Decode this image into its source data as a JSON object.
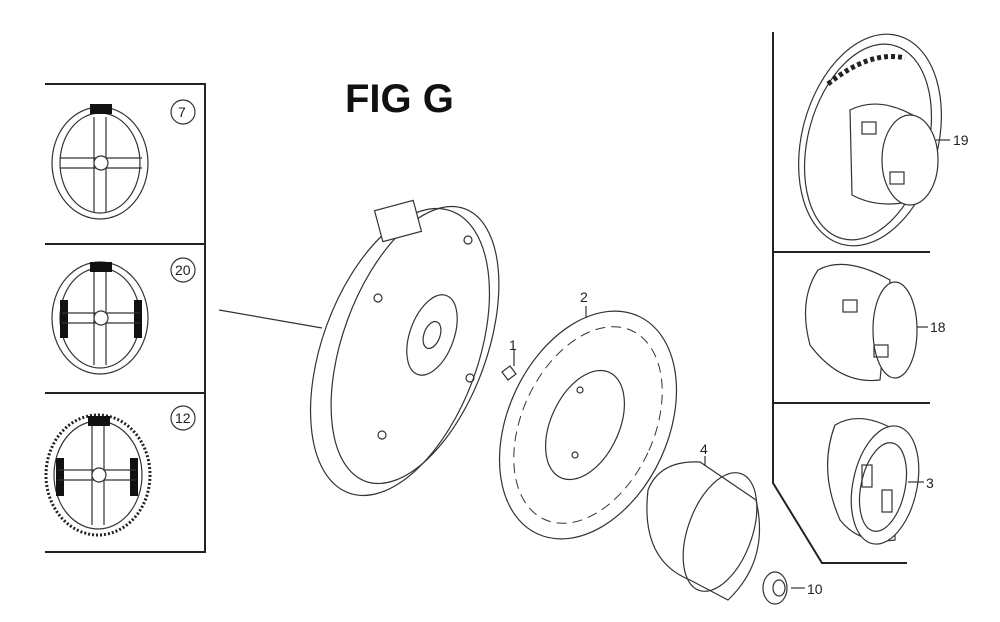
{
  "title": "FIG G",
  "inset_labels": {
    "part_7": "7",
    "part_20": "20",
    "part_12": "12"
  },
  "callouts": {
    "part_1": "1",
    "part_2": "2",
    "part_4": "4",
    "part_10": "10",
    "part_19": "19",
    "part_18": "18",
    "part_3": "3"
  }
}
